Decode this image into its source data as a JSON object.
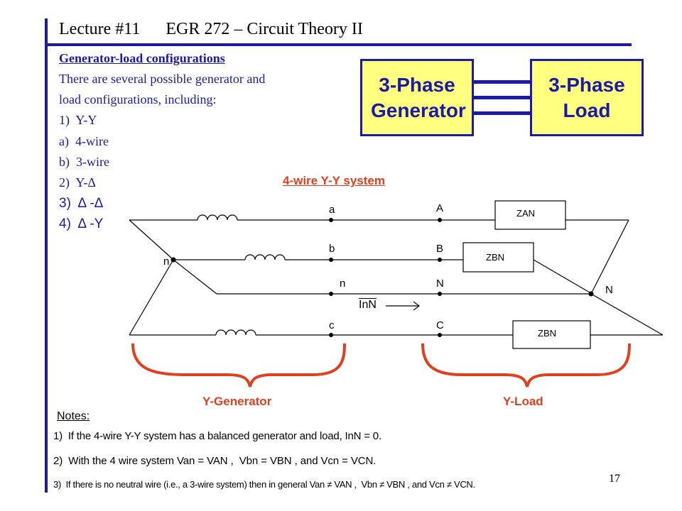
{
  "header": {
    "title": "Lecture #11      EGR 272 – Circuit Theory II"
  },
  "left_text": {
    "subtitle": "Generator-load configurations",
    "lines": [
      "There are several possible generator and",
      "load configurations, including:",
      "1)  Y-Y",
      "a)  4-wire",
      "b)  3-wire",
      "2)  Y-Δ",
      "3)  Δ -Δ",
      "4)  Δ -Y"
    ]
  },
  "blocks": {
    "generator": "3-Phase Generator",
    "load": "3-Phase Load"
  },
  "circuit": {
    "heading": "4-wire Y-Y system",
    "gen_nodes": [
      "a",
      "b",
      "n",
      "c"
    ],
    "load_nodes": [
      "A",
      "B",
      "N",
      "C"
    ],
    "center_n": "n",
    "center_N": "N",
    "current": "InN",
    "impedances": [
      "ZAN",
      "ZBN",
      "ZBN"
    ],
    "y_generator": "Y-Generator",
    "y_load": "Y-Load"
  },
  "notes": {
    "title": "Notes:",
    "items": [
      "1)  If the 4-wire Y-Y system has a balanced generator and load, InN = 0.",
      "2)  With the 4 wire system Van = VAN ,  Vbn = VBN , and Vcn = VCN.",
      "3)  If there is no neutral wire (i.e., a 3-wire system) then in general Van ≠ VAN ,  Vbn ≠ VBN , and Vcn ≠ VCN."
    ]
  },
  "page_number": "17",
  "colors": {
    "accent": "#1a1aa6",
    "box_fill": "#ffff80",
    "brace": "#e0401e"
  }
}
